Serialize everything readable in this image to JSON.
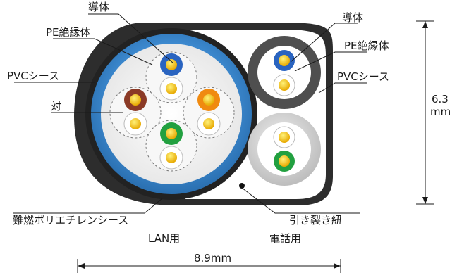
{
  "labels": {
    "lan_conductor": "導体",
    "lan_pe": "PE絶縁体",
    "lan_pvc": "PVCシース",
    "pair": "対",
    "outer_sheath": "難燃ポリエチレンシース",
    "lan_title": "LAN用",
    "width_dim": "8.9mm",
    "tel_conductor": "導体",
    "tel_pe": "PE絶縁体",
    "tel_pvc": "PVCシース",
    "ripcord": "引き裂き紐",
    "tel_title": "電話用",
    "height_dim_value": "6.3",
    "height_dim_unit": "mm"
  },
  "colors": {
    "outer_sheath": "#2b2b2b",
    "lan_pvc_sheath": "#3a86c8",
    "lan_core_fill": "#f3f3f3",
    "tel_sheath_upper": "#5a5a5a",
    "tel_sheath_lower": "#d4d4d4",
    "pair_blue": "#2a64c0",
    "pair_brown": "#8b3a26",
    "pair_orange": "#f08a10",
    "pair_green": "#22a040",
    "conductor": "#f5c000",
    "white_insulation": "#ffffff"
  }
}
